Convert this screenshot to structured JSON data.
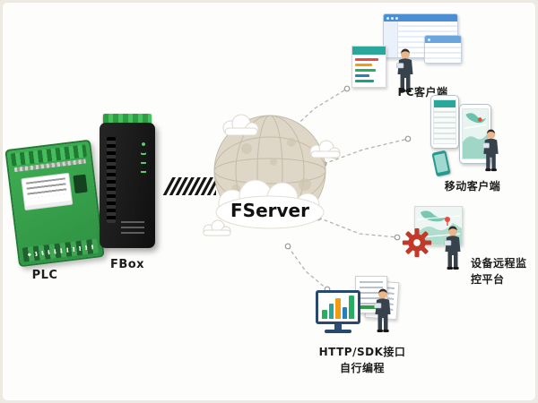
{
  "diagram": {
    "plc": {
      "label": "PLC"
    },
    "fbox": {
      "label": "FBox"
    },
    "cloud": {
      "label": "FServer"
    },
    "endpoints": {
      "pc": {
        "label": "PC客户端"
      },
      "mobile": {
        "label": "移动客户端"
      },
      "platform": {
        "line1": "设备远程监",
        "line2": "控平台"
      },
      "sdk": {
        "line1": "HTTP/SDK接口",
        "line2": "自行编程"
      }
    },
    "colors": {
      "accent_green": "#2e9e44",
      "device_black": "#141414",
      "cloud_beige": "#ddd6c7",
      "connector_gray": "#b3b3b3",
      "teal": "#2aa79b",
      "gear_red": "#c0392b",
      "window_blue": "#4a8fd4"
    },
    "icons": {
      "plc-device-icon": "green PLC circuit module",
      "fbox-device-icon": "black FBox gateway",
      "hatched-arrow-icon": "slanted data-flow bars",
      "globe-cloud-icon": "globe with clouds",
      "browser-window-icon": "desktop app window",
      "chart-card-icon": "report card with colored rows",
      "smartphone-icon": "mobile phone",
      "map-card-icon": "map panel with pin",
      "gear-icon": "red gear",
      "monitor-icon": "monitor with bar chart",
      "document-icon": "code documents",
      "person-icon": "standing user figure"
    }
  }
}
